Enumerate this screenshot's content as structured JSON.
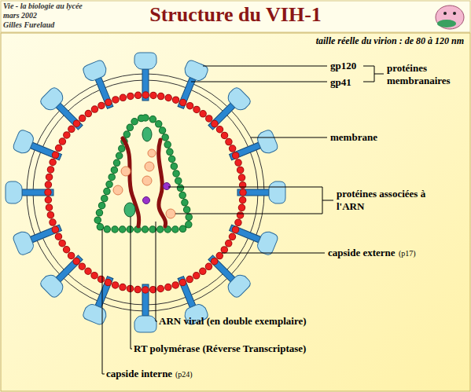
{
  "diagram": {
    "title": "Structure du VIH-1",
    "labels": [
      "Vie - la biologie au lycée",
      "mars 2002",
      "Gilles Furelaud",
      "taille réelle du virion : de 80 à 120 nm",
      "gp120",
      "gp41",
      "protéines membranaires",
      "membrane",
      "protéines associées à l'ARN",
      "capside externe",
      "(p17)",
      "ARN viral (en double exemplaire)",
      "RT polymérase (Réverse Transcriptase)",
      "capside interne",
      "(p24)"
    ]
  }
}
